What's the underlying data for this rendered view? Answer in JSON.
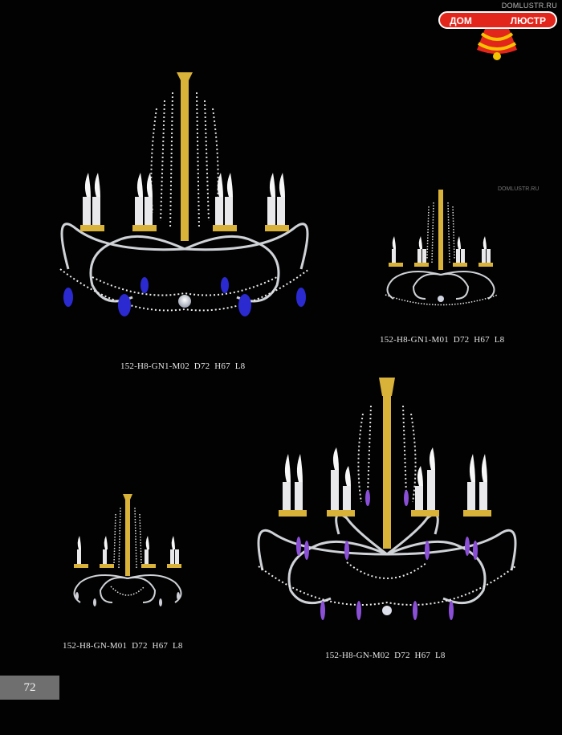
{
  "logo": {
    "site": "DOMLUSTR.RU",
    "word_left": "ДОМ",
    "word_right": "ЛЮСТР",
    "colors": {
      "red": "#e3261c",
      "yellow": "#f5c400"
    }
  },
  "watermark_url": "DOMLUSTR.RU",
  "products": [
    {
      "caption": "152-H8-GN1-M02  D72  H67  L8",
      "crystal_color": "#2a2ad0"
    },
    {
      "caption": "152-H8-GN1-M01  D72  H67  L8",
      "crystal_color": "#c9c9e8"
    },
    {
      "caption": "152-H8-GN-M01  D72  H67  L8",
      "crystal_color": "#c9c9e8"
    },
    {
      "caption": "152-H8-GN-M02  D72  H67  L8",
      "crystal_color": "#8a4fd6"
    }
  ],
  "page_number": "72",
  "colors": {
    "background": "#000000",
    "gold": "#d9b23a",
    "silver": "#cfd2d6",
    "page_badge": "#6f6f6f"
  }
}
